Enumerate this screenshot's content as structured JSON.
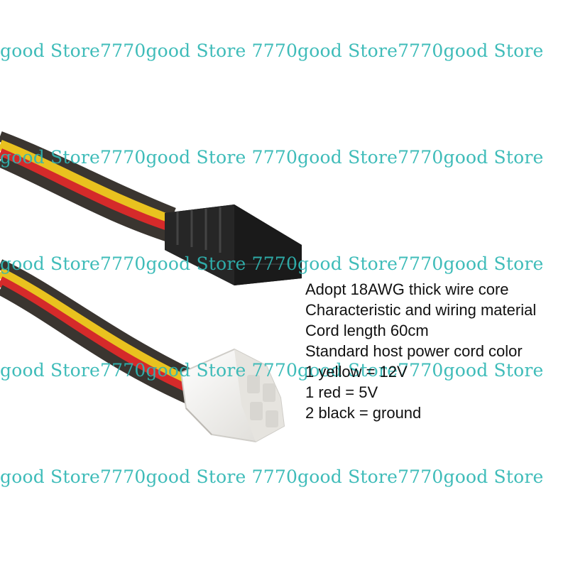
{
  "watermark": {
    "rows": [
      "good Store7770good Store 7770good Store7770good Store",
      "good Store7770good Store 7770good Store7770good Store",
      "good Store7770good Store 7770good Store7770good Store",
      "good Store7770good Store 7770good Store7770good Store",
      "good Store7770good Store 7770good Store7770good Store"
    ]
  },
  "specs": {
    "lines": [
      "Adopt 18AWG thick wire core",
      "Characteristic and wiring material",
      "Cord length 60cm",
      "Standard host power cord color",
      "1 yellow = 12V",
      "1 red = 5V",
      "2 black = ground"
    ]
  },
  "colors": {
    "wire_yellow": "#e9c21f",
    "wire_red": "#d52a2a",
    "wire_black": "#3a3530",
    "connector_black": "#1b1b1b",
    "connector_white": "#f2f1ee",
    "watermark": "#2fb7b4"
  }
}
